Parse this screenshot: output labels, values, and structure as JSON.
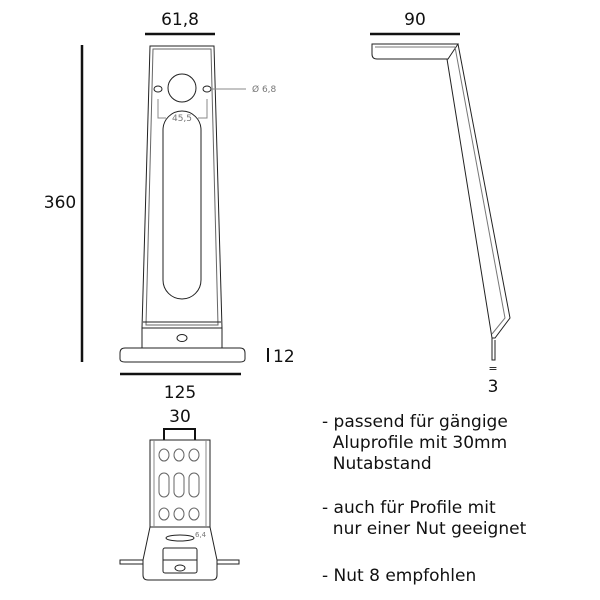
{
  "dimensions": {
    "top_width": "61,8",
    "height": "360",
    "hole_diameter": "Ø 6,8",
    "hole_spacing": "45,5",
    "base_thickness": "12",
    "base_width": "125",
    "depth": "90",
    "thickness": "3",
    "slot_width": "30",
    "slot_small": "6,4"
  },
  "notes": [
    {
      "lines": [
        "- passend für gängige",
        "  Aluprofile mit 30mm",
        "  Nutabstand"
      ]
    },
    {
      "lines": [
        "- auch für Profile mit",
        "  nur einer Nut geeignet"
      ]
    },
    {
      "lines": [
        "- Nut 8 empfohlen"
      ]
    }
  ],
  "colors": {
    "line": "#111111",
    "annotation": "#777777"
  }
}
